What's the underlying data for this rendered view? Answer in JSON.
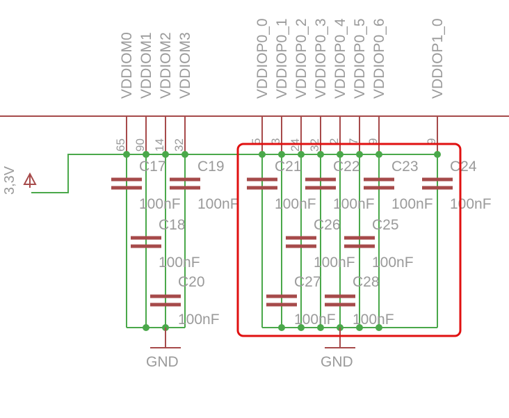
{
  "power": {
    "label": "3,3V"
  },
  "net_labels": [
    "VDDIOM0",
    "VDDIOM1",
    "VDDIOM2",
    "VDDIOM3",
    "VDDIOP0_0",
    "VDDIOP0_1",
    "VDDIOP0_2",
    "VDDIOP0_3",
    "VDDIOP0_4",
    "VDDIOP0_5",
    "VDDIOP0_6",
    "VDDIOP1_0"
  ],
  "pin_numbers": [
    "65",
    "90",
    "14",
    "32",
    "5",
    "3",
    "24",
    "32",
    "2",
    "7",
    "9",
    "9"
  ],
  "capacitors": {
    "c17": {
      "name": "C17",
      "value": "100nF"
    },
    "c19": {
      "name": "C19",
      "value": "100nF"
    },
    "c18": {
      "name": "C18",
      "value": "100nF"
    },
    "c20": {
      "name": "C20",
      "value": "100nF"
    },
    "c21": {
      "name": "C21",
      "value": "100nF"
    },
    "c22": {
      "name": "C22",
      "value": "100nF"
    },
    "c23": {
      "name": "C23",
      "value": "100nF"
    },
    "c24": {
      "name": "C24",
      "value": "100nF"
    },
    "c26": {
      "name": "C26",
      "value": "100nF"
    },
    "c25": {
      "name": "C25",
      "value": "100nF"
    },
    "c27": {
      "name": "C27",
      "value": "100nF"
    },
    "c28": {
      "name": "C28",
      "value": "100nF"
    }
  },
  "ground": {
    "left": "GND",
    "right": "GND"
  },
  "colors": {
    "wire": "#4aa84a",
    "net": "#a64a4a",
    "text": "#9a9a9a",
    "highlight": "#e01010"
  }
}
